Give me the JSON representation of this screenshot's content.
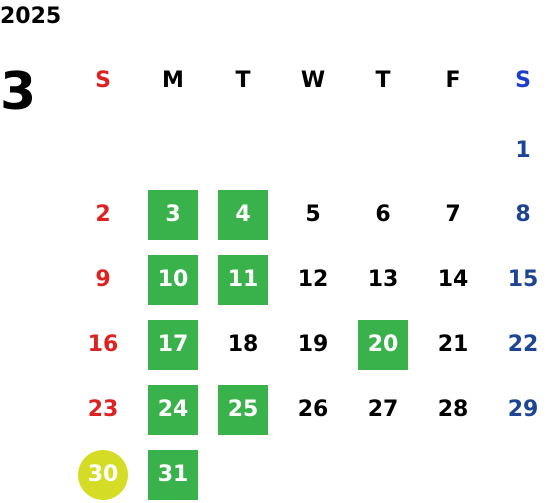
{
  "calendar": {
    "year": "2025",
    "month": "3",
    "weekdays": [
      "S",
      "M",
      "T",
      "W",
      "T",
      "F",
      "S"
    ],
    "days": [
      {
        "label": "1",
        "col": 6,
        "week": 0,
        "highlight": "none"
      },
      {
        "label": "2",
        "col": 0,
        "week": 1,
        "highlight": "none"
      },
      {
        "label": "3",
        "col": 1,
        "week": 1,
        "highlight": "green"
      },
      {
        "label": "4",
        "col": 2,
        "week": 1,
        "highlight": "green"
      },
      {
        "label": "5",
        "col": 3,
        "week": 1,
        "highlight": "none"
      },
      {
        "label": "6",
        "col": 4,
        "week": 1,
        "highlight": "none"
      },
      {
        "label": "7",
        "col": 5,
        "week": 1,
        "highlight": "none"
      },
      {
        "label": "8",
        "col": 6,
        "week": 1,
        "highlight": "none"
      },
      {
        "label": "9",
        "col": 0,
        "week": 2,
        "highlight": "none"
      },
      {
        "label": "10",
        "col": 1,
        "week": 2,
        "highlight": "green"
      },
      {
        "label": "11",
        "col": 2,
        "week": 2,
        "highlight": "green"
      },
      {
        "label": "12",
        "col": 3,
        "week": 2,
        "highlight": "none"
      },
      {
        "label": "13",
        "col": 4,
        "week": 2,
        "highlight": "none"
      },
      {
        "label": "14",
        "col": 5,
        "week": 2,
        "highlight": "none"
      },
      {
        "label": "15",
        "col": 6,
        "week": 2,
        "highlight": "none"
      },
      {
        "label": "16",
        "col": 0,
        "week": 3,
        "highlight": "none"
      },
      {
        "label": "17",
        "col": 1,
        "week": 3,
        "highlight": "green"
      },
      {
        "label": "18",
        "col": 2,
        "week": 3,
        "highlight": "none"
      },
      {
        "label": "19",
        "col": 3,
        "week": 3,
        "highlight": "none"
      },
      {
        "label": "20",
        "col": 4,
        "week": 3,
        "highlight": "green"
      },
      {
        "label": "21",
        "col": 5,
        "week": 3,
        "highlight": "none"
      },
      {
        "label": "22",
        "col": 6,
        "week": 3,
        "highlight": "none"
      },
      {
        "label": "23",
        "col": 0,
        "week": 4,
        "highlight": "none"
      },
      {
        "label": "24",
        "col": 1,
        "week": 4,
        "highlight": "green"
      },
      {
        "label": "25",
        "col": 2,
        "week": 4,
        "highlight": "green"
      },
      {
        "label": "26",
        "col": 3,
        "week": 4,
        "highlight": "none"
      },
      {
        "label": "27",
        "col": 4,
        "week": 4,
        "highlight": "none"
      },
      {
        "label": "28",
        "col": 5,
        "week": 4,
        "highlight": "none"
      },
      {
        "label": "29",
        "col": 6,
        "week": 4,
        "highlight": "none"
      },
      {
        "label": "30",
        "col": 0,
        "week": 5,
        "highlight": "yellow"
      },
      {
        "label": "31",
        "col": 1,
        "week": 5,
        "highlight": "green"
      }
    ]
  },
  "colors": {
    "sunday": "#dd2222",
    "saturday_header": "#1b3fcc",
    "saturday": "#1e4496",
    "highlight_green": "#3ab24b",
    "highlight_yellow": "#d4dc25"
  }
}
